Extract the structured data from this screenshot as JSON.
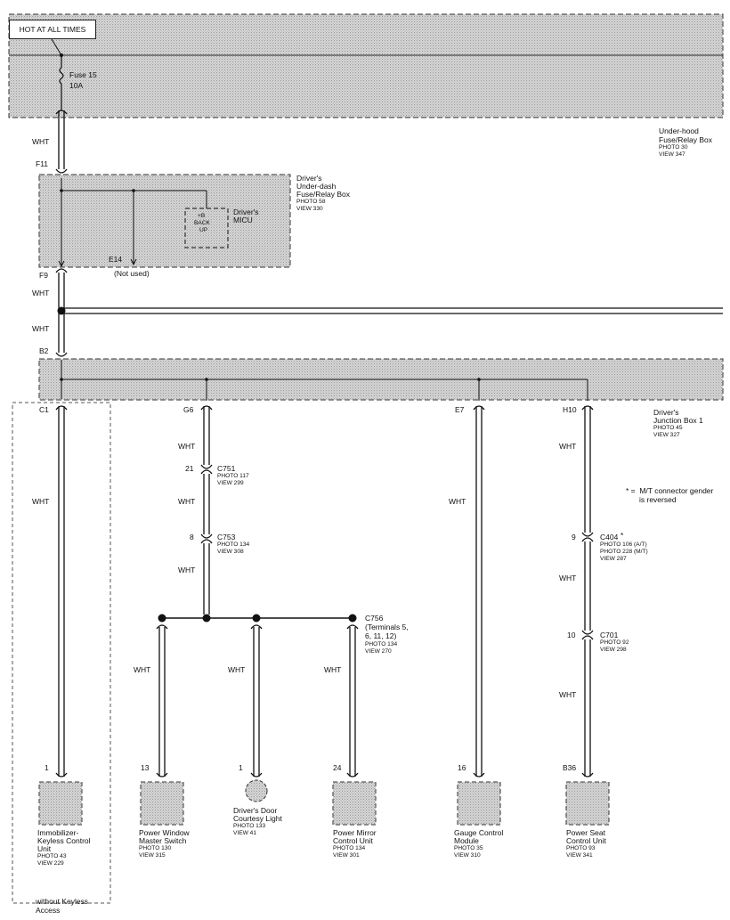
{
  "hot_label": "HOT AT ALL TIMES",
  "fuse": {
    "name": "Fuse 15",
    "rating": "10A"
  },
  "under_hood_box": {
    "line1": "Under-hood",
    "line2": "Fuse/Relay Box",
    "photo": "PHOTO 30",
    "view": "VIEW 347"
  },
  "underdash_box": {
    "line1": "Driver's",
    "line2": "Under-dash",
    "line3": "Fuse/Relay Box",
    "photo": "PHOTO 58",
    "view": "VIEW 330"
  },
  "micu": {
    "inner1": "+B",
    "inner2": "BACK",
    "inner3": "UP",
    "name1": "Driver's",
    "name2": "MICU"
  },
  "junction_box": {
    "line1": "Driver's",
    "line2": "Junction Box 1",
    "photo": "PHOTO 45",
    "view": "VIEW 327"
  },
  "wire_color": "WHT",
  "terminals": {
    "f11": "F11",
    "f9": "F9",
    "e14": "E14",
    "not_used": "(Not used)",
    "b2": "B2",
    "c1": "C1",
    "g6": "G6",
    "e7": "E7",
    "h10": "H10"
  },
  "connectors": {
    "c751": {
      "pin": "21",
      "name": "C751",
      "photo": "PHOTO 117",
      "view": "VIEW 299"
    },
    "c753": {
      "pin": "8",
      "name": "C753",
      "photo": "PHOTO 134",
      "view": "VIEW 308"
    },
    "c756": {
      "name": "C756",
      "line2": "(Terminals 5,",
      "line3": "6, 11, 12)",
      "photo": "PHOTO 134",
      "view": "VIEW 270"
    },
    "c404": {
      "pin": "9",
      "name": "C404",
      "asterisk": "*",
      "photo1": "PHOTO 106 (A/T)",
      "photo2": "PHOTO 228 (M/T)",
      "view": "VIEW 287"
    },
    "c701": {
      "pin": "10",
      "name": "C701",
      "photo": "PHOTO 92",
      "view": "VIEW 298"
    }
  },
  "note": {
    "line1": "* =  M/T connector gender",
    "line2": "is reversed"
  },
  "components": [
    {
      "pin": "1",
      "name1": "Immobilizer-",
      "name2": "Keyless Control",
      "name3": "Unit",
      "photo": "PHOTO 43",
      "view": "VIEW 229"
    },
    {
      "pin": "13",
      "name1": "Power Window",
      "name2": "Master Switch",
      "photo": "PHOTO 130",
      "view": "VIEW 315"
    },
    {
      "pin": "1",
      "name1": "Driver's Door",
      "name2": "Courtesy Light",
      "photo": "PHOTO 133",
      "view": "VIEW 41"
    },
    {
      "pin": "24",
      "name1": "Power Mirror",
      "name2": "Control Unit",
      "photo": "PHOTO 134",
      "view": "VIEW 301"
    },
    {
      "pin": "16",
      "name1": "Gauge Control",
      "name2": "Module",
      "photo": "PHOTO 35",
      "view": "VIEW 310"
    },
    {
      "pin": "B36",
      "name1": "Power Seat",
      "name2": "Control Unit",
      "photo": "PHOTO 93",
      "view": "VIEW 341"
    }
  ],
  "keyless_note": {
    "line1": "without Keyless",
    "line2": "Access"
  }
}
